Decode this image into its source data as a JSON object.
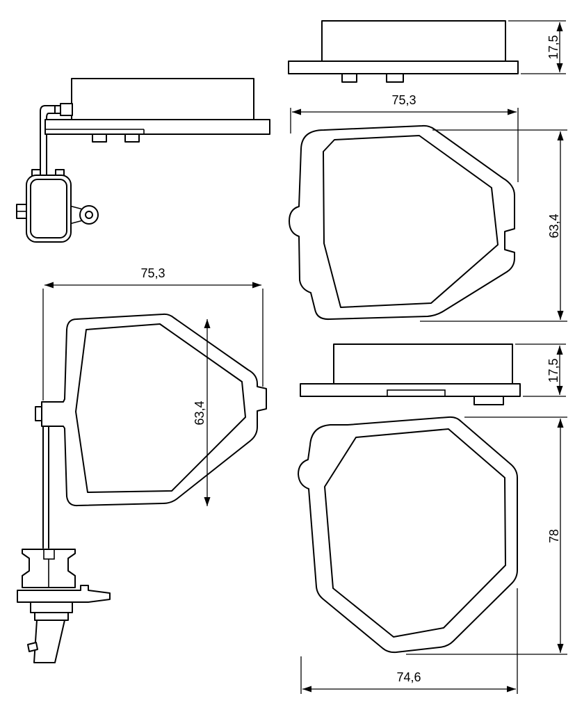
{
  "drawing": {
    "background_color": "#ffffff",
    "line_color": "#000000",
    "dims": {
      "plate_thickness_top": "17,5",
      "pad_width_top_right": "75,3",
      "pad_height_top_right": "63,4",
      "plate_thickness_mid": "17,5",
      "pad_height_bottom_right": "78",
      "pad_width_bottom_right": "74,6",
      "pad_width_left": "75,3",
      "pad_height_left": "63,4"
    }
  }
}
